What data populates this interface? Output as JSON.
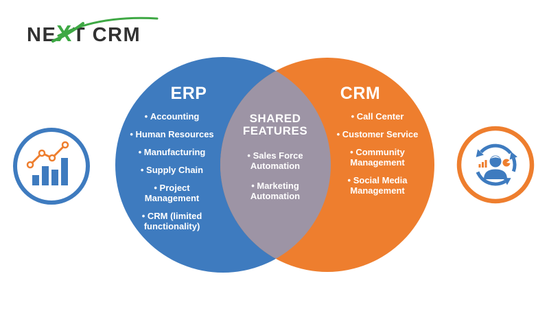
{
  "logo": {
    "ne": "NE",
    "x": "X",
    "t_crm": "T CRM"
  },
  "venn": {
    "erp": {
      "title": "ERP",
      "items": [
        "Accounting",
        "Human Resources",
        "Manufacturing",
        "Supply Chain",
        "Project Management",
        "CRM (limited functionality)"
      ]
    },
    "shared": {
      "title": "SHARED FEATURES",
      "items": [
        "Sales Force Automation",
        "Marketing Automation"
      ]
    },
    "crm": {
      "title": "CRM",
      "items": [
        "Call Center",
        "Customer Service",
        "Community Management",
        "Social Media Management"
      ]
    }
  },
  "icons": {
    "left": "bar-chart-growth-icon",
    "right": "customer-lifecycle-icon",
    "logo_swoosh": "logo-swoosh-icon"
  },
  "colors": {
    "erp_blue": "#3E7BBF",
    "crm_orange": "#EE7E2E",
    "overlap_gray": "#9D94A5",
    "logo_green": "#3EA844",
    "logo_dark": "#323232",
    "text_white": "#FFFFFF"
  }
}
